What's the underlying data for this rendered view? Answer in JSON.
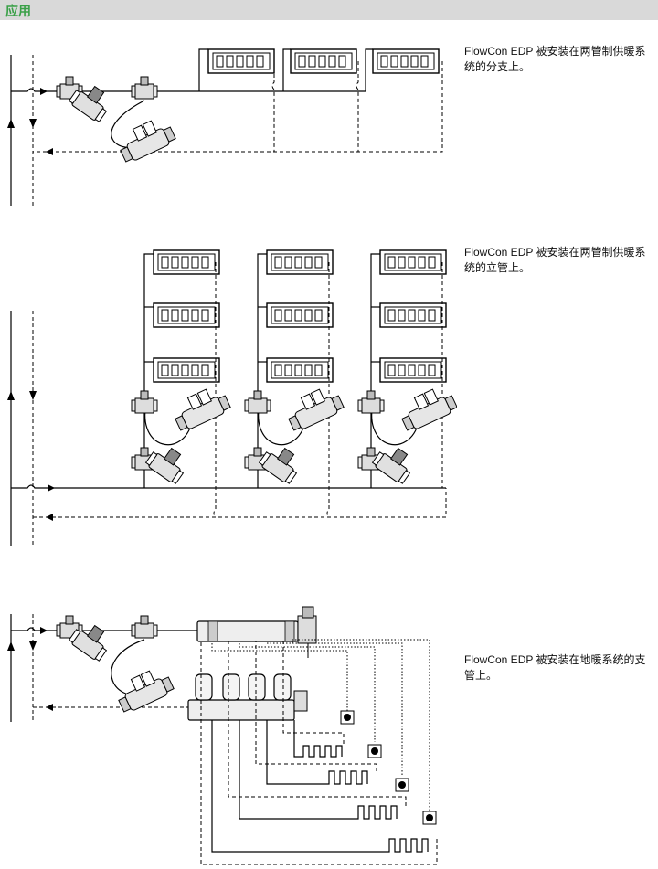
{
  "header": {
    "title": "应用",
    "accent_color": "#3aa048",
    "bar_color": "#d9d9d9"
  },
  "sections": [
    {
      "caption": "FlowCon EDP 被安装在两管制供暖系统的分支上。",
      "radiator_count": 3
    },
    {
      "caption": "FlowCon EDP 被安装在两管制供暖系统的立管上。",
      "riser_count": 3,
      "radiators_per_riser": 3
    },
    {
      "caption": "FlowCon EDP 被安装在地暖系统的支管上。",
      "floor_loops": 4
    }
  ],
  "icons": [
    "radiator-icon",
    "balancing-valve-icon",
    "flowcon-edp-valve-icon",
    "manifold-icon",
    "floor-loop-icon",
    "room-thermostat-icon",
    "flow-arrow-icon"
  ]
}
